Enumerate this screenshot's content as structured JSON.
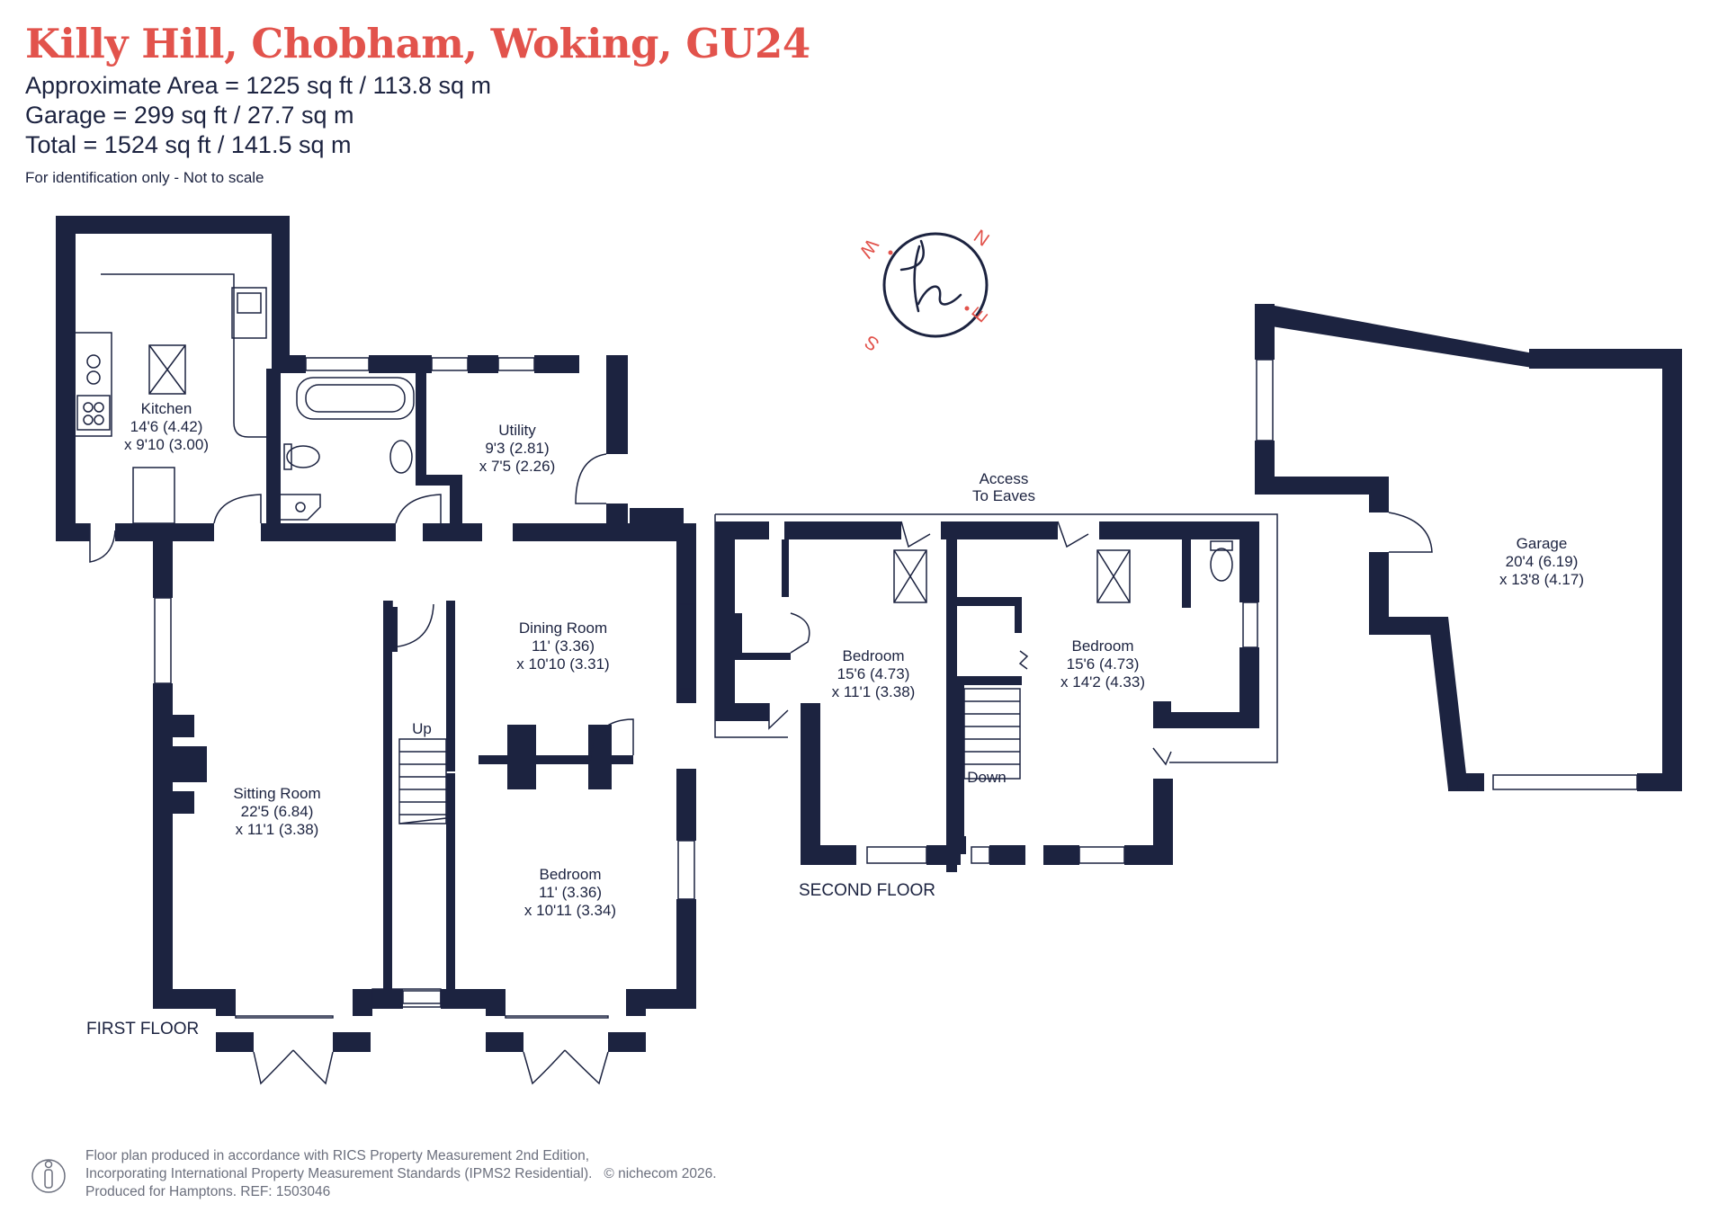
{
  "header": {
    "title": "Killy Hill, Chobham, Woking, GU24",
    "approx_area": "Approximate Area = 1225 sq ft / 113.8 sq m",
    "garage_area": "Garage = 299 sq ft / 27.7 sq m",
    "total_area": "Total = 1524 sq ft / 141.5 sq m",
    "note": "For identification only - Not to scale"
  },
  "compass": {
    "n": "N",
    "e": "E",
    "s": "S",
    "w": "W",
    "logo": "h"
  },
  "rooms": {
    "kitchen": {
      "name": "Kitchen",
      "dim1": "14'6 (4.42)",
      "dim2": "x 9'10 (3.00)"
    },
    "utility": {
      "name": "Utility",
      "dim1": "9'3 (2.81)",
      "dim2": "x 7'5 (2.26)"
    },
    "dining": {
      "name": "Dining Room",
      "dim1": "11' (3.36)",
      "dim2": "x 10'10 (3.31)"
    },
    "sitting": {
      "name": "Sitting Room",
      "dim1": "22'5 (6.84)",
      "dim2": "x 11'1 (3.38)"
    },
    "bedroom_first": {
      "name": "Bedroom",
      "dim1": "11' (3.36)",
      "dim2": "x 10'11 (3.34)"
    },
    "bedroom_2a": {
      "name": "Bedroom",
      "dim1": "15'6 (4.73)",
      "dim2": "x 11'1 (3.38)"
    },
    "bedroom_2b": {
      "name": "Bedroom",
      "dim1": "15'6 (4.73)",
      "dim2": "x 14'2 (4.33)"
    },
    "garage": {
      "name": "Garage",
      "dim1": "20'4 (6.19)",
      "dim2": "x 13'8 (4.17)"
    }
  },
  "labels": {
    "up": "Up",
    "down": "Down",
    "access1": "Access",
    "access2": "To Eaves",
    "first_floor": "FIRST FLOOR",
    "second_floor": "SECOND FLOOR"
  },
  "footer": {
    "line1": "Floor plan produced in accordance with RICS Property Measurement 2nd Edition,",
    "line2": "Incorporating International Property Measurement Standards (IPMS2 Residential).",
    "copyright": "© nichecom 2026.",
    "line3": "Produced for Hamptons.   REF: 1503046"
  },
  "colors": {
    "wall": "#1c2340",
    "title": "#e2534c",
    "footer": "#6b6f7d"
  }
}
